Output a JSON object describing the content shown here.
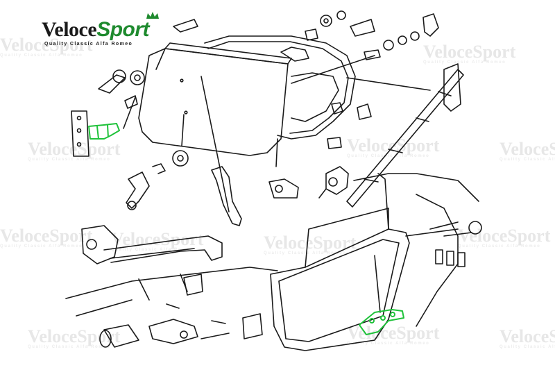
{
  "brand": {
    "name_part1": "Veloce",
    "name_part2": "Sport",
    "tagline": "Quality Classic Alfa Romeo",
    "brand_green": "#1e8a2e"
  },
  "watermark": {
    "name": "VeloceSport",
    "tagline": "Quality Classic Alfa Romeo"
  },
  "colors": {
    "line": "#1a1a1a",
    "highlight": "#1fc23a",
    "watermark": "#e7e7e7"
  }
}
